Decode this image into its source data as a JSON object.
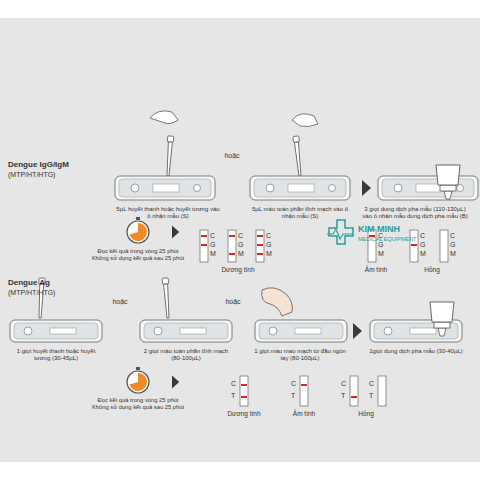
{
  "diagram": {
    "labels": [
      "Dengue IgG/IgM",
      "(MTP/HT/HTG)",
      "hoặc",
      "5µL huyết thanh hoặc huyết tương vào ô nhận mẫu (S)",
      "5µL máu toàn phần tĩnh mạch vào ô nhận mẫu (S)",
      "3 giọt dung dịch pha mẫu (110-130µL) vào ô nhận mẫu dung dịch pha mẫu (B)",
      "Đọc kết quả trong vòng 25 phút Không sử dụng kết quả sau 25 phút",
      "C",
      "G",
      "M",
      "C",
      "G",
      "M",
      "C",
      "G",
      "M",
      "C",
      "G",
      "M",
      "C",
      "G",
      "M",
      "C",
      "G",
      "M",
      "Dương tính",
      "Âm tính",
      "Hỏng",
      "Dengue Ag",
      "(MTP/HT/HTG)",
      "hoặc",
      "hoặc",
      "1 giọt huyết thanh hoặc huyết tương (30-45µL)",
      "2 giọt máu toàn phần tĩnh mạch (80-100µL)",
      "1 giọt máu mao mạch từ đầu ngón tay (80-100µL)",
      "1giọt dung dịch pha mẫu (30-40µL)",
      "Đọc kết quả trong vòng 25 phút Không sử dụng kết quả sau 25 phút",
      "C",
      "T",
      "C",
      "T",
      "C",
      "T",
      "C",
      "T",
      "Dương tính",
      "Âm tính",
      "Hỏng",
      "KIM MINH",
      "MEDICAL EQUIPMENT"
    ]
  }
}
